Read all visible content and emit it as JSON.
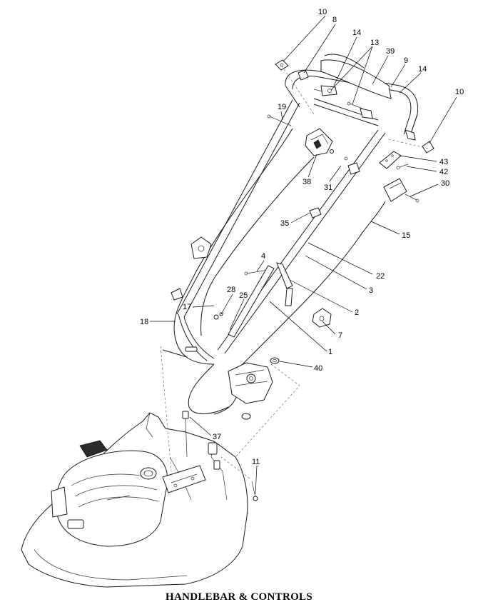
{
  "caption": "HANDLEBAR & CONTROLS",
  "colors": {
    "ink": "#1a1a1a",
    "background": "#ffffff"
  },
  "labels": [
    "10",
    "8",
    "14",
    "13",
    "39",
    "9",
    "14",
    "10",
    "19",
    "43",
    "42",
    "38",
    "31",
    "30",
    "15",
    "35",
    "22",
    "4",
    "3",
    "28",
    "25",
    "17",
    "2",
    "18",
    "7",
    "1",
    "40",
    "37",
    "11"
  ]
}
